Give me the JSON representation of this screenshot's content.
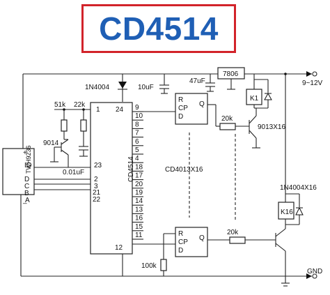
{
  "title": "CD4514",
  "labels": {
    "ic_main": "CD4514",
    "ic_main_pin_1": "1",
    "ic_main_pin_24": "24",
    "ic_main_pin_12": "12",
    "ic_main_pins_left": [
      "23",
      "2",
      "3",
      "21",
      "22"
    ],
    "ic_main_pins_right": [
      "9",
      "10",
      "8",
      "7",
      "6",
      "5",
      "4",
      "18",
      "17",
      "20",
      "19",
      "14",
      "13",
      "16",
      "15",
      "11"
    ],
    "receiver": "TWH9236",
    "receiver_plus": "+",
    "receiver_minus": "_",
    "receiver_pins": [
      "IO",
      "D",
      "C",
      "B",
      "A"
    ],
    "diode_top": "1N4004",
    "cap_10uf": "10uF",
    "cap_47uf": "47uF",
    "regulator": "7806",
    "supply": "9~12V",
    "gnd": "GND",
    "r_51k": "51k",
    "r_22k": "22k",
    "transistor_9014": "9014",
    "cap_001uf": "0.01uF",
    "flipflop_group": "CD4013X16",
    "ff_r": "R",
    "ff_cp": "CP",
    "ff_d": "D",
    "ff_q": "Q",
    "r_20k_top": "20k",
    "r_20k_bottom": "20k",
    "transistor_9013": "9013X16",
    "relay_k1": "K1",
    "relay_k16": "K16",
    "diode_relay": "1N4004X16",
    "r_100k": "100k"
  }
}
